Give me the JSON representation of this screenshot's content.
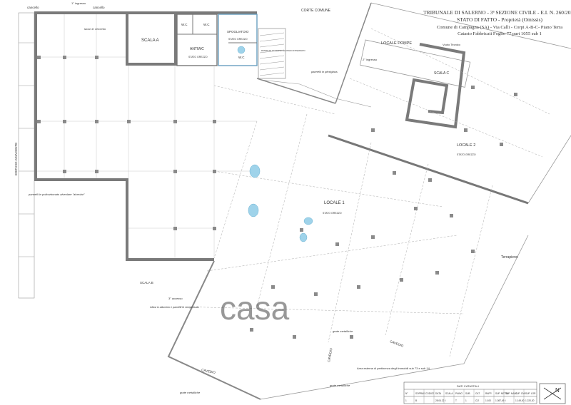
{
  "title_block": {
    "line1": "TRIBUNALE DI SALERNO - 3ª SEZIONE CIVILE - E.I. N. 260/2022",
    "line2": "STATO DI FATTO - Proprietà (Omissis)",
    "line3": "Comune di Campagna (SA) - Via Calli - Corpi A-B-C- Piano Terra",
    "line4": "Catasto Fabbricati Foglio 77 part 1055 sub 1"
  },
  "labels": {
    "cancello_left": "cancello",
    "cancello_right": "cancello",
    "ingresso": "1° ingresso",
    "corte_comune": "CORTE COMUNE",
    "scala_a": "SCALA A",
    "wc1": "W.C",
    "wc2": "W.C",
    "antiwc": "ANTIWC",
    "antiwc_sub": "STATO GREZZO",
    "spogliatoio": "SPOGLIATOIO",
    "spogliatoio_sub": "STATO GREZZO",
    "wc3": "W.C",
    "rampa": "RAMPA DI ACCESSO AL PIANO INTERRATO",
    "pannelli_plexiglass": "pannelli in plexiglass",
    "lavori_cemento": "lavori in cemento",
    "locale_pompe": "LOCALE POMPE",
    "vuoto_tecnico": "Vuoto Tecnico",
    "ingresso2": "2° ingresso",
    "scala_c": "SCALA C",
    "locale2": "LOCALE 2",
    "locale2_sub": "STATO GREZZO",
    "edificio_adiacente": "EDIFICIO ADIACENTE",
    "pannelli_policarbonato": "pannelli in policarbonato alveolare \"alveolar\"",
    "locale1": "LOCALE 1",
    "locale1_sub": "STATO GREZZO",
    "terrapieno": "Terrapieno",
    "scala_b": "SCALA B",
    "ingresso3": "3° accesso",
    "infissi": "infissi in alluminio e pannelli in compensato",
    "grate1": "grate metalliche",
    "cavedio1": "CAVEDIO",
    "cavedio2": "CAVEDIO",
    "cavedio3": "CAVEDIO",
    "area_esterna": "Area esterna di pertinenza degli immobili sub 73 e sub 14",
    "grate2": "grate metalliche",
    "grate3": "grate metalliche",
    "north": "N"
  },
  "table": {
    "caption": "DATI CATASTALI",
    "headers": [
      "N°",
      "SOPRAV.",
      "CODICE",
      "DATA",
      "SCALA",
      "PIANO",
      "SUB",
      "CAT",
      "RAPP.",
      "SUP. NETTA",
      "SUP. NALC",
      "SUP. CMI",
      "SUP. LOR"
    ],
    "row": [
      "1",
      "B",
      "",
      "28.04.22",
      "/",
      "T",
      "1",
      "C/2",
      "1:100",
      "1.087,49",
      "/",
      "1.149,00",
      "1.220,30"
    ]
  },
  "watermark": "casa"
}
